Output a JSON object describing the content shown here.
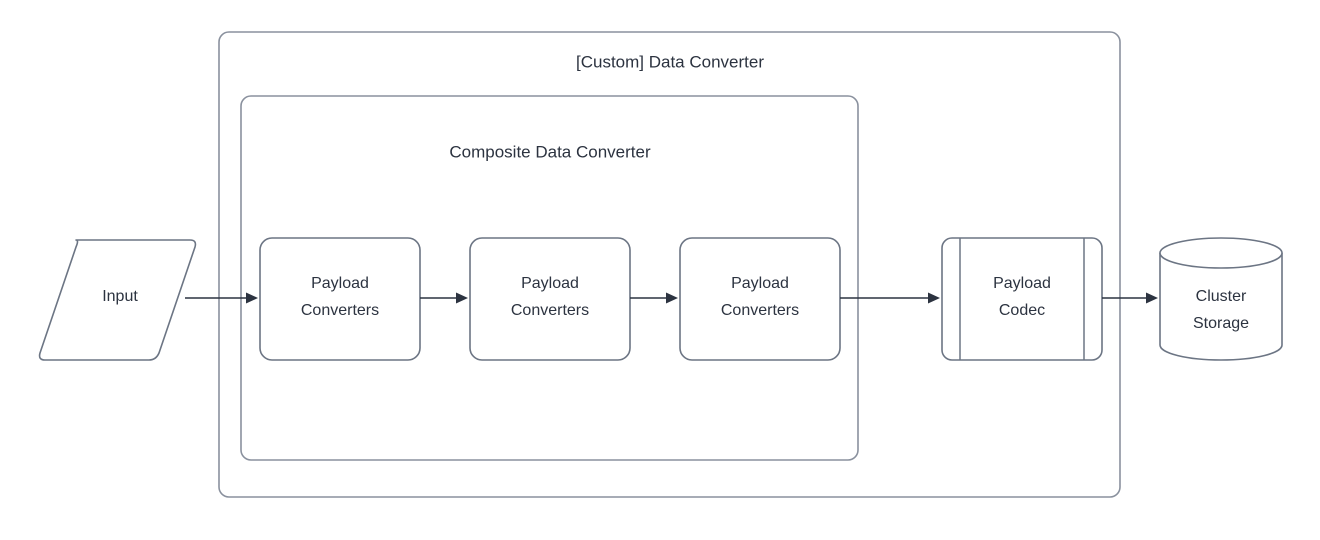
{
  "diagram": {
    "type": "flowchart",
    "background_color": "#ffffff",
    "stroke_color": "#6c7584",
    "container_stroke_color": "#8a919e",
    "text_color": "#2c3340",
    "outer_container": {
      "label": "[Custom] Data Converter",
      "shape": "rounded-rect"
    },
    "inner_container": {
      "label": "Composite Data Converter",
      "shape": "rounded-rect"
    },
    "nodes": [
      {
        "id": "input",
        "label": "Input",
        "shape": "parallelogram"
      },
      {
        "id": "converter-1",
        "label_line1": "Payload",
        "label_line2": "Converters",
        "shape": "rounded-rect"
      },
      {
        "id": "converter-2",
        "label_line1": "Payload",
        "label_line2": "Converters",
        "shape": "rounded-rect"
      },
      {
        "id": "converter-3",
        "label_line1": "Payload",
        "label_line2": "Converters",
        "shape": "rounded-rect"
      },
      {
        "id": "payload-codec",
        "label_line1": "Payload",
        "label_line2": "Codec",
        "shape": "predefined-process"
      },
      {
        "id": "cluster-storage",
        "label_line1": "Cluster",
        "label_line2": "Storage",
        "shape": "cylinder"
      }
    ],
    "edges": [
      {
        "from": "input",
        "to": "converter-1",
        "arrow": true
      },
      {
        "from": "converter-1",
        "to": "converter-2",
        "arrow": true
      },
      {
        "from": "converter-2",
        "to": "converter-3",
        "arrow": true
      },
      {
        "from": "converter-3",
        "to": "payload-codec",
        "arrow": true
      },
      {
        "from": "payload-codec",
        "to": "cluster-storage",
        "arrow": true
      }
    ]
  }
}
